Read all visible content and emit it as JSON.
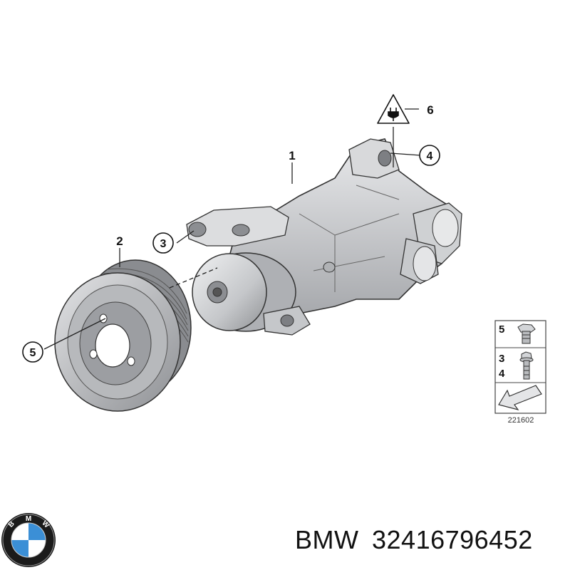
{
  "callouts": {
    "c1": "1",
    "c2": "2",
    "c3": "3",
    "c4": "4",
    "c5_hub": "5",
    "c6": "6"
  },
  "legend": {
    "row1_num": "5",
    "row2_num_a": "3",
    "row2_num_b": "4",
    "diagram_id": "221602"
  },
  "brand": {
    "logo_letters": "BMW",
    "make": "BMW",
    "part_number": "32416796452"
  },
  "colors": {
    "logo_blue": "#3b8fd6",
    "logo_ring": "#111111",
    "part_grey": "#c9cbce",
    "outline": "#333333"
  }
}
